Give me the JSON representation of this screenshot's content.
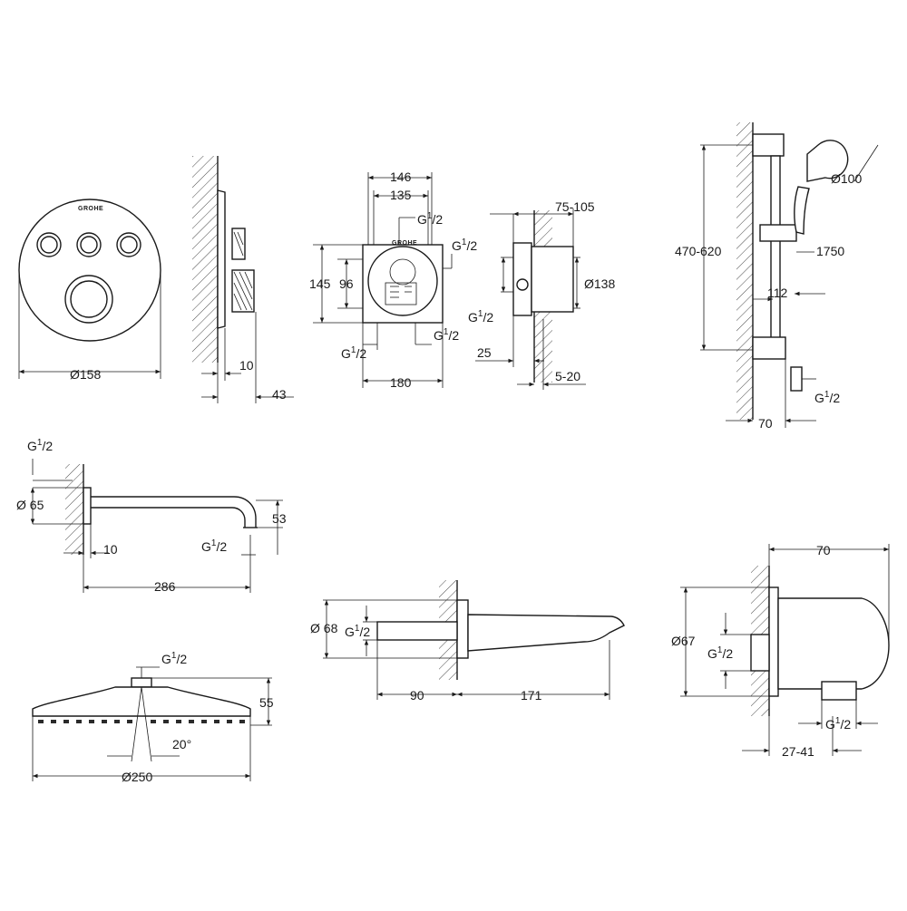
{
  "brand": {
    "logo_text": "GROHE"
  },
  "thread": {
    "main": "G",
    "sup": "1",
    "sub": "/2"
  },
  "control_front": {
    "diameter": "Ø158"
  },
  "control_side": {
    "dim_a": "10",
    "dim_b": "43"
  },
  "box_front": {
    "dim_top1": "146",
    "dim_top2": "135",
    "dim_h1": "145",
    "dim_h2": "96",
    "dim_width": "180"
  },
  "box_side": {
    "dim_depth": "75-105",
    "dim_dia": "Ø138",
    "dim_a": "25",
    "dim_b": "5-20"
  },
  "rail": {
    "dim_head": "Ø100",
    "dim_height": "470-620",
    "dim_hose": "1750",
    "dim_offset": "112",
    "dim_bottom": "70"
  },
  "shower_arm": {
    "dim_rosette": "Ø 65",
    "dim_drop": "53",
    "dim_a": "10",
    "dim_length": "286"
  },
  "spout": {
    "dim_rosette": "Ø 68",
    "dim_a": "90",
    "dim_length": "171"
  },
  "wall_outlet": {
    "dim_width": "70",
    "dim_dia": "Ø67",
    "dim_range": "27-41"
  },
  "head_shower": {
    "dim_height": "55",
    "dim_angle": "20°",
    "dim_dia": "Ø250"
  }
}
